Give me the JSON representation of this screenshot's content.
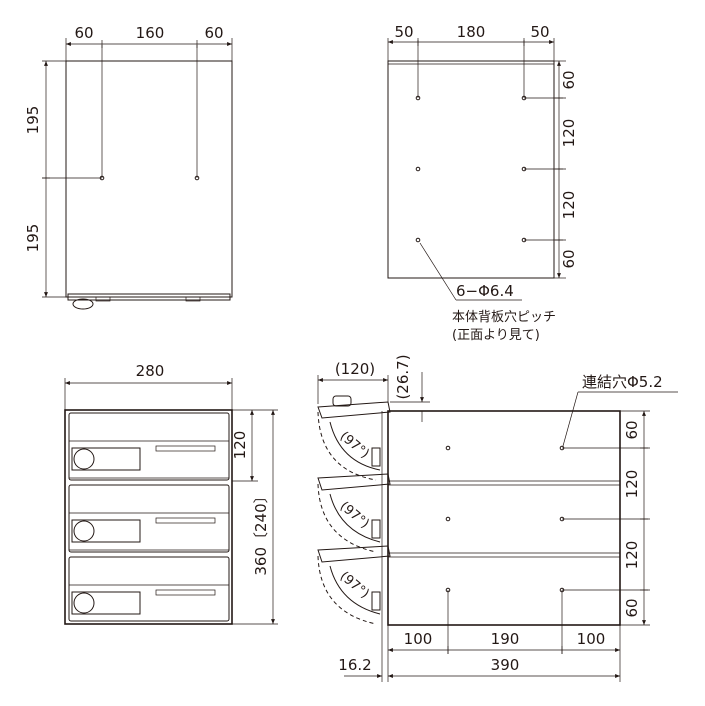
{
  "front_view": {
    "width_dims": [
      "60",
      "160",
      "60"
    ],
    "height_dims": [
      "195",
      "195"
    ]
  },
  "back_view": {
    "width_dims": [
      "50",
      "180",
      "50"
    ],
    "height_dims": [
      "60",
      "120",
      "120",
      "60"
    ],
    "hole_spec": "6−Φ6.4",
    "note_line1": "本体背板穴ピッチ",
    "note_line2": "(正面より見て)"
  },
  "unit_front": {
    "width": "280",
    "unit_height": "120",
    "total_height": "360〔240〕"
  },
  "side_view": {
    "door_depth": "(120)",
    "door_offset": "(26.7)",
    "angle_labels": [
      "(97°)",
      "(97°)",
      "(97°)"
    ],
    "hole_label": "連結穴Φ5.2",
    "height_dims": [
      "60",
      "120",
      "120",
      "60"
    ],
    "bottom_dims": [
      "100",
      "190",
      "100"
    ],
    "total_depth": "390",
    "door_thickness": "16.2"
  }
}
